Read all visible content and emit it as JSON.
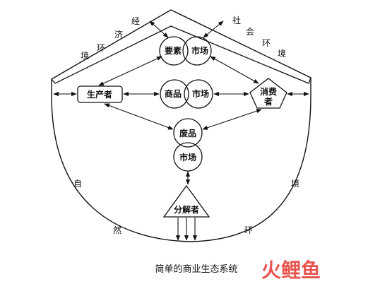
{
  "env": {
    "economic": [
      "经",
      "济",
      "环",
      "境"
    ],
    "social": [
      "社",
      "会",
      "环",
      "境"
    ],
    "natural_left": [
      "自",
      "然"
    ],
    "natural_right": [
      "境",
      "环"
    ]
  },
  "nodes": {
    "factors": "要素",
    "factor_market": "市场",
    "producer": "生产者",
    "goods": "商品",
    "goods_market": "市场",
    "consumer_1": "消费",
    "consumer_2": "者",
    "waste": "废品",
    "waste_market": "市场",
    "decomposer": "分解者"
  },
  "caption": "简单的商业生态系统",
  "watermark": "火鲤鱼"
}
